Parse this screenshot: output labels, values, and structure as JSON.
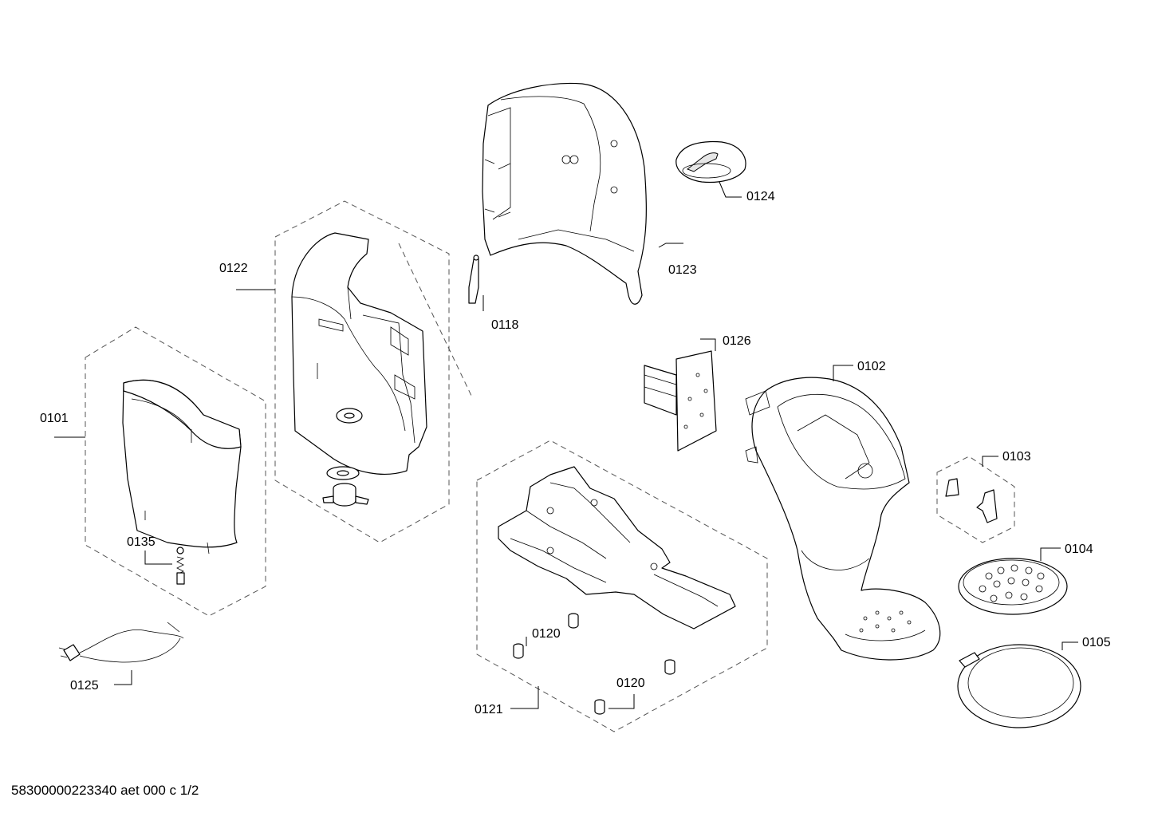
{
  "diagram": {
    "callouts": {
      "p0101": "0101",
      "p0102": "0102",
      "p0103": "0103",
      "p0104": "0104",
      "p0105": "0105",
      "p0118": "0118",
      "p0120a": "0120",
      "p0120b": "0120",
      "p0121": "0121",
      "p0122": "0122",
      "p0123": "0123",
      "p0124": "0124",
      "p0125": "0125",
      "p0126": "0126",
      "p0135": "0135"
    },
    "footer": "58300000223340 aet 000 c 1/2"
  }
}
